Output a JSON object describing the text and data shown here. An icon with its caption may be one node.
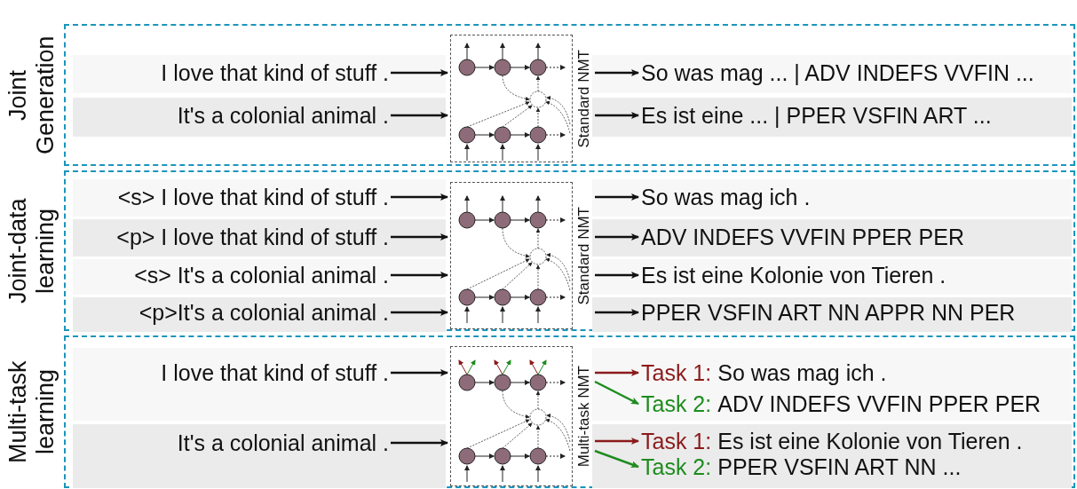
{
  "diagram": {
    "nodes": [
      {
        "text": [
          "Joint Generation"
        ]
      },
      {
        "text": [
          "I love that kind of stuff ."
        ],
        "in": 0
      },
      {
        "text": [
          "It's a colonial animal ."
        ],
        "in": 0
      },
      {
        "text": [
          "Standard NMT"
        ],
        "in": 0
      },
      {
        "text": [
          "So was mag ... | ADV INDEFS VVFIN ..."
        ],
        "in": 0
      },
      {
        "text": [
          "Es ist eine ... | PPER VSFIN ART ..."
        ],
        "in": 0
      },
      {
        "text": [
          "Joint-data learning"
        ]
      },
      {
        "text": [
          "<s> I love that kind of stuff ."
        ],
        "in": 6
      },
      {
        "text": [
          "<p> I love that kind of stuff ."
        ],
        "in": 6
      },
      {
        "text": [
          "<s> It's a colonial animal ."
        ],
        "in": 6
      },
      {
        "text": [
          "<p>It's a colonial animal ."
        ],
        "in": 6
      },
      {
        "text": [
          "Standard NMT"
        ],
        "in": 6
      },
      {
        "text": [
          "So was mag ich ."
        ],
        "in": 6
      },
      {
        "text": [
          "ADV INDEFS VVFIN PPER PER"
        ],
        "in": 6
      },
      {
        "text": [
          "Es ist eine Kolonie von Tieren ."
        ],
        "in": 6
      },
      {
        "text": [
          "PPER VSFIN ART NN APPR NN PER"
        ],
        "in": 6
      },
      {
        "text": [
          "Multi-task learning"
        ]
      },
      {
        "text": [
          "I love that kind of stuff ."
        ],
        "in": 16
      },
      {
        "text": [
          "It's a colonial animal ."
        ],
        "in": 16
      },
      {
        "text": [
          "Multi-task NMT"
        ],
        "in": 16
      },
      {
        "text": [
          "Task 1:",
          "So was mag ich ."
        ],
        "in": 16
      },
      {
        "text": [
          "Task 2:",
          "ADV INDEFS VVFIN PPER PER"
        ],
        "in": 16
      },
      {
        "text": [
          "Task 1:",
          "Es ist eine Kolonie von Tieren ."
        ],
        "in": 16
      },
      {
        "text": [
          "Task 2:",
          "PPER VSFIN ART NN ..."
        ],
        "in": 16
      }
    ],
    "edges": [
      {
        "from": 1,
        "to": 3,
        "arrow": "to"
      },
      {
        "from": 2,
        "to": 3,
        "arrow": "to"
      },
      {
        "from": 3,
        "to": 4,
        "arrow": "to"
      },
      {
        "from": 3,
        "to": 5,
        "arrow": "to"
      },
      {
        "from": 7,
        "to": 11,
        "arrow": "to"
      },
      {
        "from": 8,
        "to": 11,
        "arrow": "to"
      },
      {
        "from": 9,
        "to": 11,
        "arrow": "to"
      },
      {
        "from": 10,
        "to": 11,
        "arrow": "to"
      },
      {
        "from": 11,
        "to": 12,
        "arrow": "to"
      },
      {
        "from": 11,
        "to": 13,
        "arrow": "to"
      },
      {
        "from": 11,
        "to": 14,
        "arrow": "to"
      },
      {
        "from": 11,
        "to": 15,
        "arrow": "to"
      },
      {
        "from": 17,
        "to": 19,
        "arrow": "to"
      },
      {
        "from": 18,
        "to": 19,
        "arrow": "to"
      },
      {
        "from": 19,
        "to": 20,
        "arrow": "to",
        "color": "#8b1a1a"
      },
      {
        "from": 19,
        "to": 21,
        "arrow": "to",
        "color": "#1e8c1e"
      },
      {
        "from": 19,
        "to": 22,
        "arrow": "to",
        "color": "#8b1a1a"
      },
      {
        "from": 19,
        "to": 23,
        "arrow": "to",
        "color": "#1e8c1e"
      }
    ]
  }
}
